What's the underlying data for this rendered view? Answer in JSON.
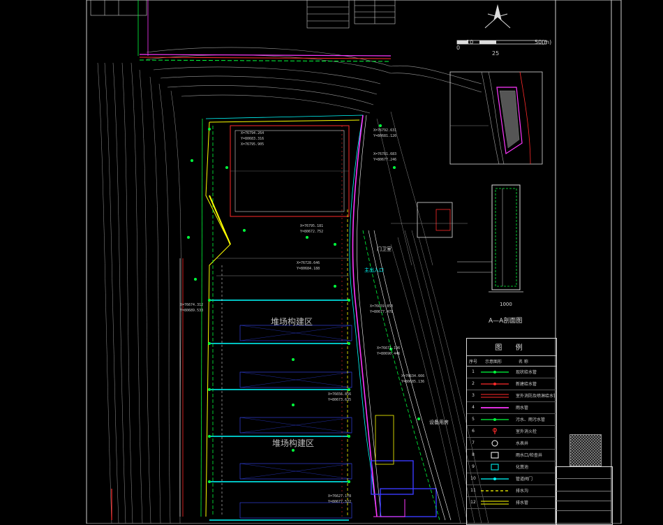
{
  "drawing": {
    "zone_labels": [
      "堆场构建区",
      "堆场构建区"
    ],
    "section_title": "A—A剖面图",
    "legend_title": "图 例",
    "legend_headers": [
      "序号",
      "示意图形",
      "名 称"
    ],
    "legend_items": [
      {
        "no": "1",
        "desc": "现状给水管",
        "color": "#00ff3c",
        "style": "line-dot"
      },
      {
        "no": "2",
        "desc": "新建给水管",
        "color": "#ff2a2a",
        "style": "line-dot"
      },
      {
        "no": "3",
        "desc": "室外消防及喷淋给水管",
        "color": "#ff2a2a",
        "style": "double"
      },
      {
        "no": "4",
        "desc": "雨水管",
        "color": "#ff37ff",
        "style": "solid"
      },
      {
        "no": "5",
        "desc": "污水、雨污水管",
        "color": "#00ff3c",
        "style": "line-dot"
      },
      {
        "no": "6",
        "desc": "室外消火栓",
        "color": "#ff2a2a",
        "style": "hydrant"
      },
      {
        "no": "7",
        "desc": "水表井",
        "color": "#ffffff",
        "style": "circle"
      },
      {
        "no": "8",
        "desc": "雨水口/检查井",
        "color": "#ffffff",
        "style": "box"
      },
      {
        "no": "9",
        "desc": "化粪池",
        "color": "#00ffff",
        "style": "box"
      },
      {
        "no": "10",
        "desc": "管道阀门",
        "color": "#00ffff",
        "style": "line-dot"
      },
      {
        "no": "11",
        "desc": "排水沟",
        "color": "#ffff00",
        "style": "dash"
      },
      {
        "no": "12",
        "desc": "排水管",
        "color": "#ffff00",
        "style": "double"
      }
    ],
    "scale_ticks": [
      "0",
      "10",
      "25",
      "50(m)"
    ],
    "annotations": [
      "门卫室",
      "主出入口",
      "设备用房"
    ],
    "dimensions": [
      "1000",
      "1000"
    ]
  }
}
